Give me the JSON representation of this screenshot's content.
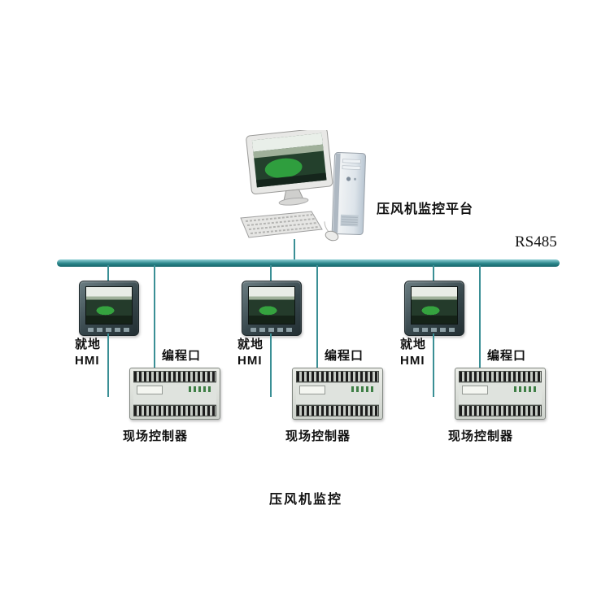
{
  "diagram": {
    "platform_label": "压风机监控平台",
    "bus_label": "RS485",
    "caption": "压风机监控",
    "colors": {
      "bus_teal": "#2a8589",
      "line_teal": "#3a8f95",
      "hmi_screen_green": "#35a33f"
    },
    "units": [
      {
        "hmi_line1": "就地",
        "hmi_line2": "HMI",
        "port_label": "编程口",
        "controller_label": "现场控制器"
      },
      {
        "hmi_line1": "就地",
        "hmi_line2": "HMI",
        "port_label": "编程口",
        "controller_label": "现场控制器"
      },
      {
        "hmi_line1": "就地",
        "hmi_line2": "HMI",
        "port_label": "编程口",
        "controller_label": "现场控制器"
      }
    ]
  }
}
